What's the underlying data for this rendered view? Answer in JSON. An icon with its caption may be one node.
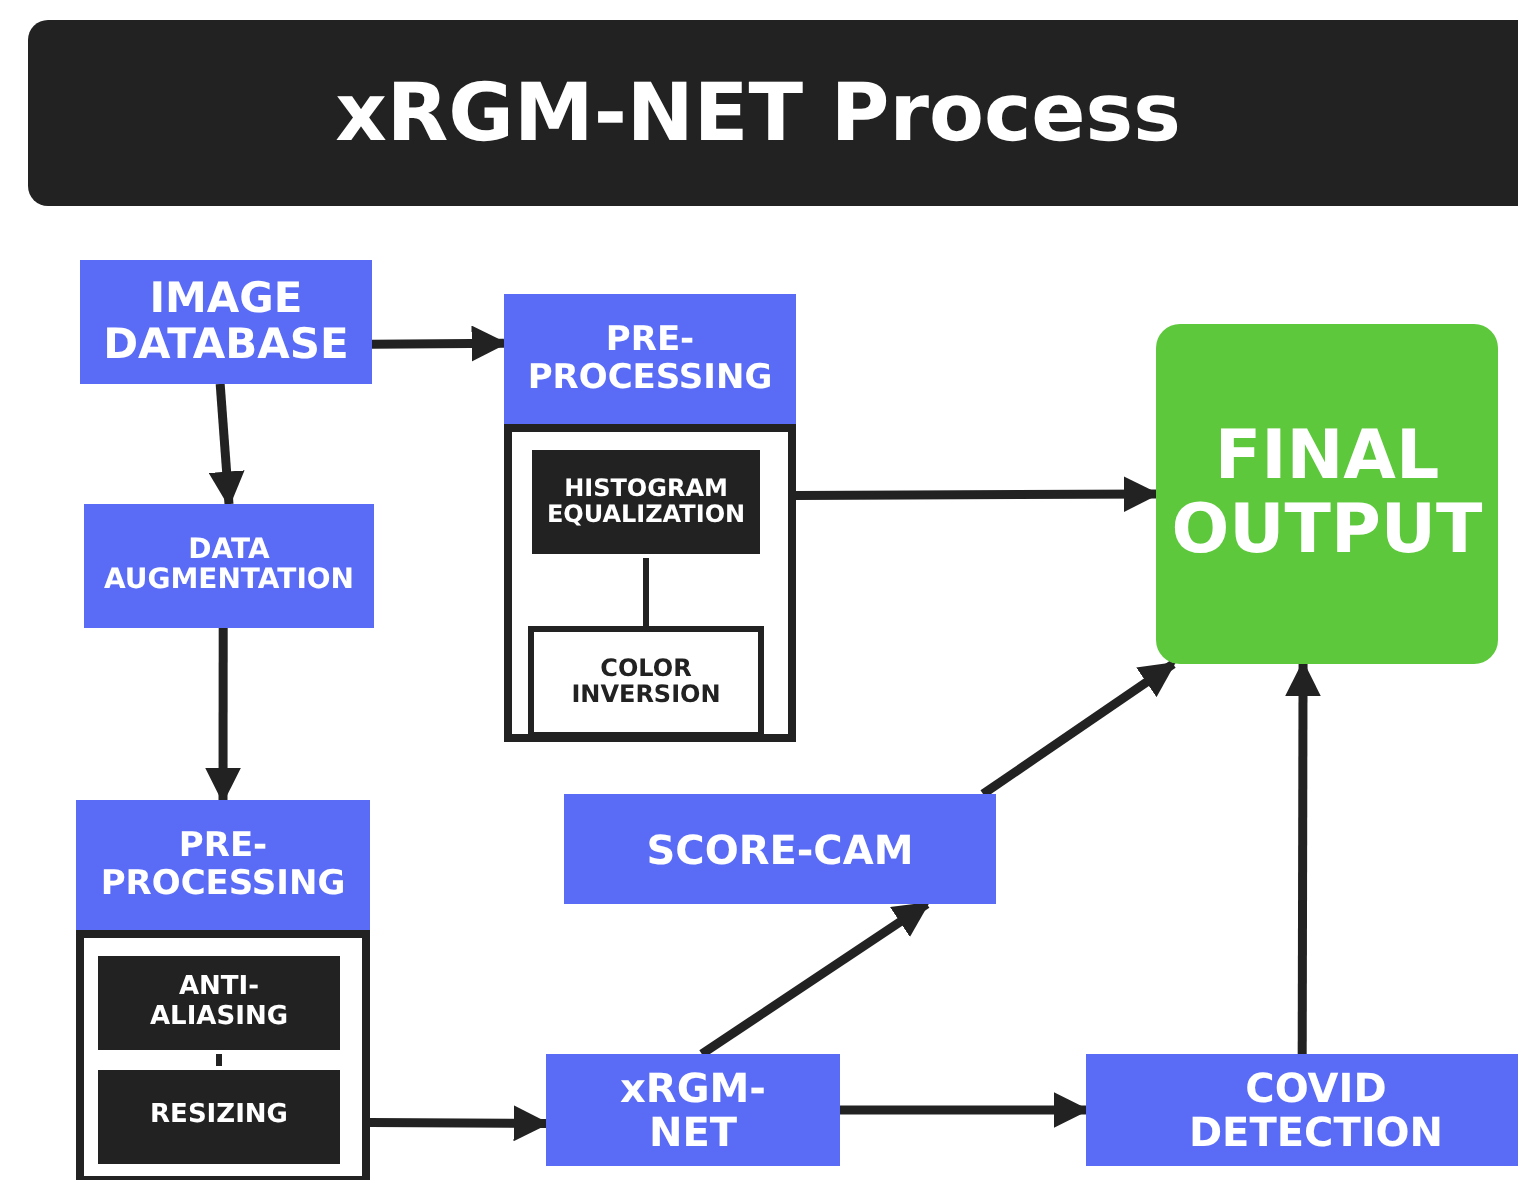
{
  "diagram": {
    "title": "xRGM-NET Process",
    "nodes": [
      {
        "text": [
          "IMAGE DATABASE"
        ]
      },
      {
        "text": [
          "DATA AUGMENTATION"
        ]
      },
      {
        "text": [
          "PRE-PROCESSING"
        ]
      },
      {
        "text": [
          "HISTOGRAM EQUALIZATION"
        ],
        "in": 2
      },
      {
        "text": [
          "COLOR INVERSION"
        ],
        "in": 2
      },
      {
        "text": [
          "PRE-PROCESSING"
        ]
      },
      {
        "text": [
          "ANTI-ALIASING"
        ],
        "in": 5
      },
      {
        "text": [
          "RESIZING"
        ],
        "in": 5
      },
      {
        "text": [
          "FINAL OUTPUT"
        ]
      },
      {
        "text": [
          "SCORE-CAM"
        ]
      },
      {
        "text": [
          "xRGM-NET"
        ]
      },
      {
        "text": [
          "COVID DETECTION"
        ]
      }
    ],
    "edges": [
      {
        "from": 0,
        "to": 2,
        "arrow": "to"
      },
      {
        "from": 0,
        "to": 1,
        "arrow": "to"
      },
      {
        "from": 1,
        "to": 5,
        "arrow": "to"
      },
      {
        "from": 3,
        "to": 4,
        "arrow": "none"
      },
      {
        "from": 6,
        "to": 7,
        "arrow": "none"
      },
      {
        "from": 2,
        "to": 8,
        "arrow": "to"
      },
      {
        "from": 5,
        "to": 10,
        "arrow": "to"
      },
      {
        "from": 10,
        "to": 11,
        "arrow": "to"
      },
      {
        "from": 10,
        "to": 9,
        "arrow": "to"
      },
      {
        "from": 9,
        "to": 8,
        "arrow": "to"
      },
      {
        "from": 11,
        "to": 8,
        "arrow": "to"
      }
    ]
  }
}
